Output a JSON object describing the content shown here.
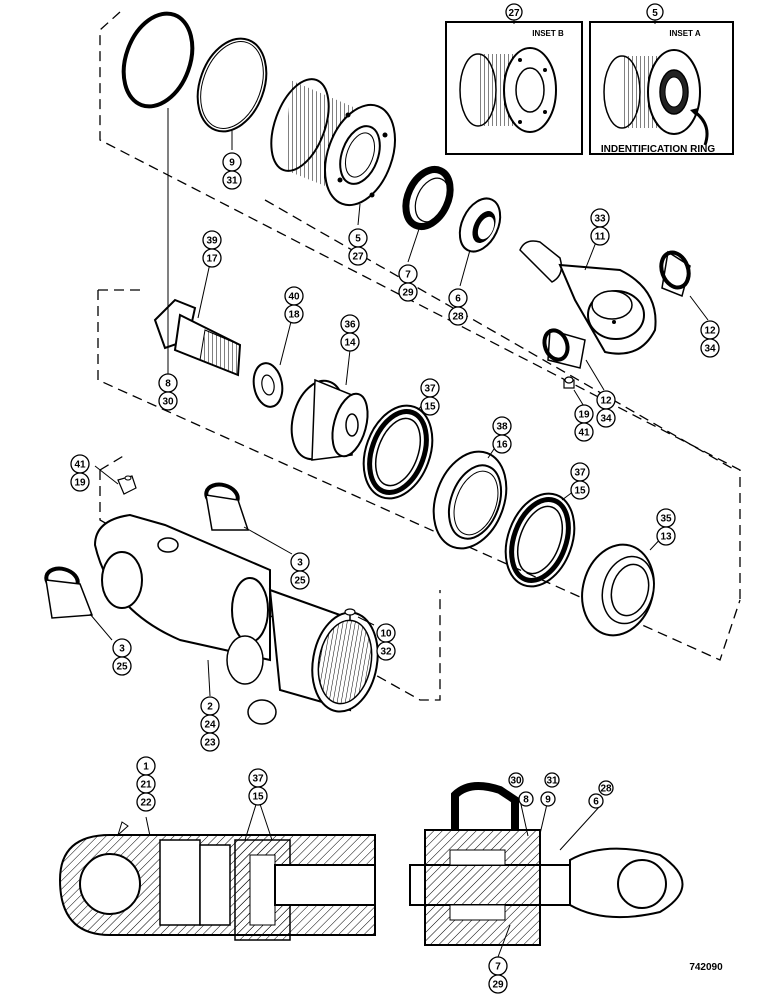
{
  "figure_number": "742090",
  "inset_a": {
    "title": "INSET A",
    "number": "5",
    "label": "INDENTIFICATION RING"
  },
  "inset_b": {
    "title": "INSET B",
    "number": "27"
  },
  "callouts": [
    {
      "id": "c-8-30",
      "numbers": [
        "8",
        "30"
      ]
    },
    {
      "id": "c-9-31",
      "numbers": [
        "9",
        "31"
      ]
    },
    {
      "id": "c-5-27",
      "numbers": [
        "5",
        "27"
      ]
    },
    {
      "id": "c-7-29",
      "numbers": [
        "7",
        "29"
      ]
    },
    {
      "id": "c-6-28",
      "numbers": [
        "6",
        "28"
      ]
    },
    {
      "id": "c-33-11",
      "numbers": [
        "33",
        "11"
      ]
    },
    {
      "id": "c-12-34-a",
      "numbers": [
        "12",
        "34"
      ]
    },
    {
      "id": "c-12-34-b",
      "numbers": [
        "12",
        "34"
      ]
    },
    {
      "id": "c-39-17",
      "numbers": [
        "39",
        "17"
      ]
    },
    {
      "id": "c-40-18",
      "numbers": [
        "40",
        "18"
      ]
    },
    {
      "id": "c-36-14",
      "numbers": [
        "36",
        "14"
      ]
    },
    {
      "id": "c-37-15-a",
      "numbers": [
        "37",
        "15"
      ]
    },
    {
      "id": "c-38-16",
      "numbers": [
        "38",
        "16"
      ]
    },
    {
      "id": "c-37-15-b",
      "numbers": [
        "37",
        "15"
      ]
    },
    {
      "id": "c-35-13",
      "numbers": [
        "35",
        "13"
      ]
    },
    {
      "id": "c-19-41-a",
      "numbers": [
        "19",
        "41"
      ]
    },
    {
      "id": "c-41-19",
      "numbers": [
        "41",
        "19"
      ]
    },
    {
      "id": "c-3-25-a",
      "numbers": [
        "3",
        "25"
      ]
    },
    {
      "id": "c-3-25-b",
      "numbers": [
        "3",
        "25"
      ]
    },
    {
      "id": "c-10-32",
      "numbers": [
        "10",
        "32"
      ]
    },
    {
      "id": "c-2-24-23",
      "numbers": [
        "2",
        "24",
        "23"
      ]
    },
    {
      "id": "c-1-21-22",
      "numbers": [
        "1",
        "21",
        "22"
      ]
    },
    {
      "id": "c-37-15-c",
      "numbers": [
        "37",
        "15"
      ]
    },
    {
      "id": "c-30",
      "numbers": [
        "30"
      ]
    },
    {
      "id": "c-8",
      "numbers": [
        "8"
      ]
    },
    {
      "id": "c-31",
      "numbers": [
        "31"
      ]
    },
    {
      "id": "c-9",
      "numbers": [
        "9"
      ]
    },
    {
      "id": "c-28",
      "numbers": [
        "28"
      ]
    },
    {
      "id": "c-6",
      "numbers": [
        "6"
      ]
    },
    {
      "id": "c-7-29-b",
      "numbers": [
        "7",
        "29"
      ]
    }
  ]
}
